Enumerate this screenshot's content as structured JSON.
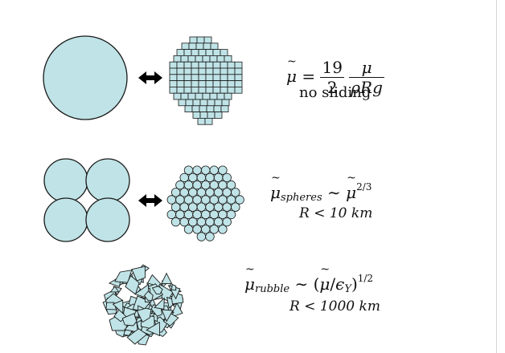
{
  "rows": [
    {
      "id": "monolith",
      "formula_lhs": "μ",
      "formula_frac1_num": "19",
      "formula_frac1_den": "2",
      "formula_frac2_num": "μ",
      "formula_frac2_den": "ρRg",
      "note": "no sliding"
    },
    {
      "id": "spheres",
      "formula_lhs": "μ",
      "formula_sub": "spheres",
      "formula_rel": "∼",
      "formula_rhs": "μ",
      "formula_sup": "2/3",
      "note": "R < 10 km"
    },
    {
      "id": "rubble",
      "formula_lhs": "μ",
      "formula_sub": "rubble",
      "formula_rel": "∼",
      "formula_rhs_open": "(",
      "formula_rhs_mu": "μ",
      "formula_rhs_slash": "/",
      "formula_rhs_eps": "ϵ",
      "formula_rhs_eps_sub": "Y",
      "formula_rhs_close": ")",
      "formula_sup": "1/2",
      "note": "R < 1000 km"
    }
  ],
  "colors": {
    "fill": "#bfe3e6",
    "stroke": "#1a1a1a",
    "arrow": "#000000",
    "rule": "#d6d6d6"
  }
}
